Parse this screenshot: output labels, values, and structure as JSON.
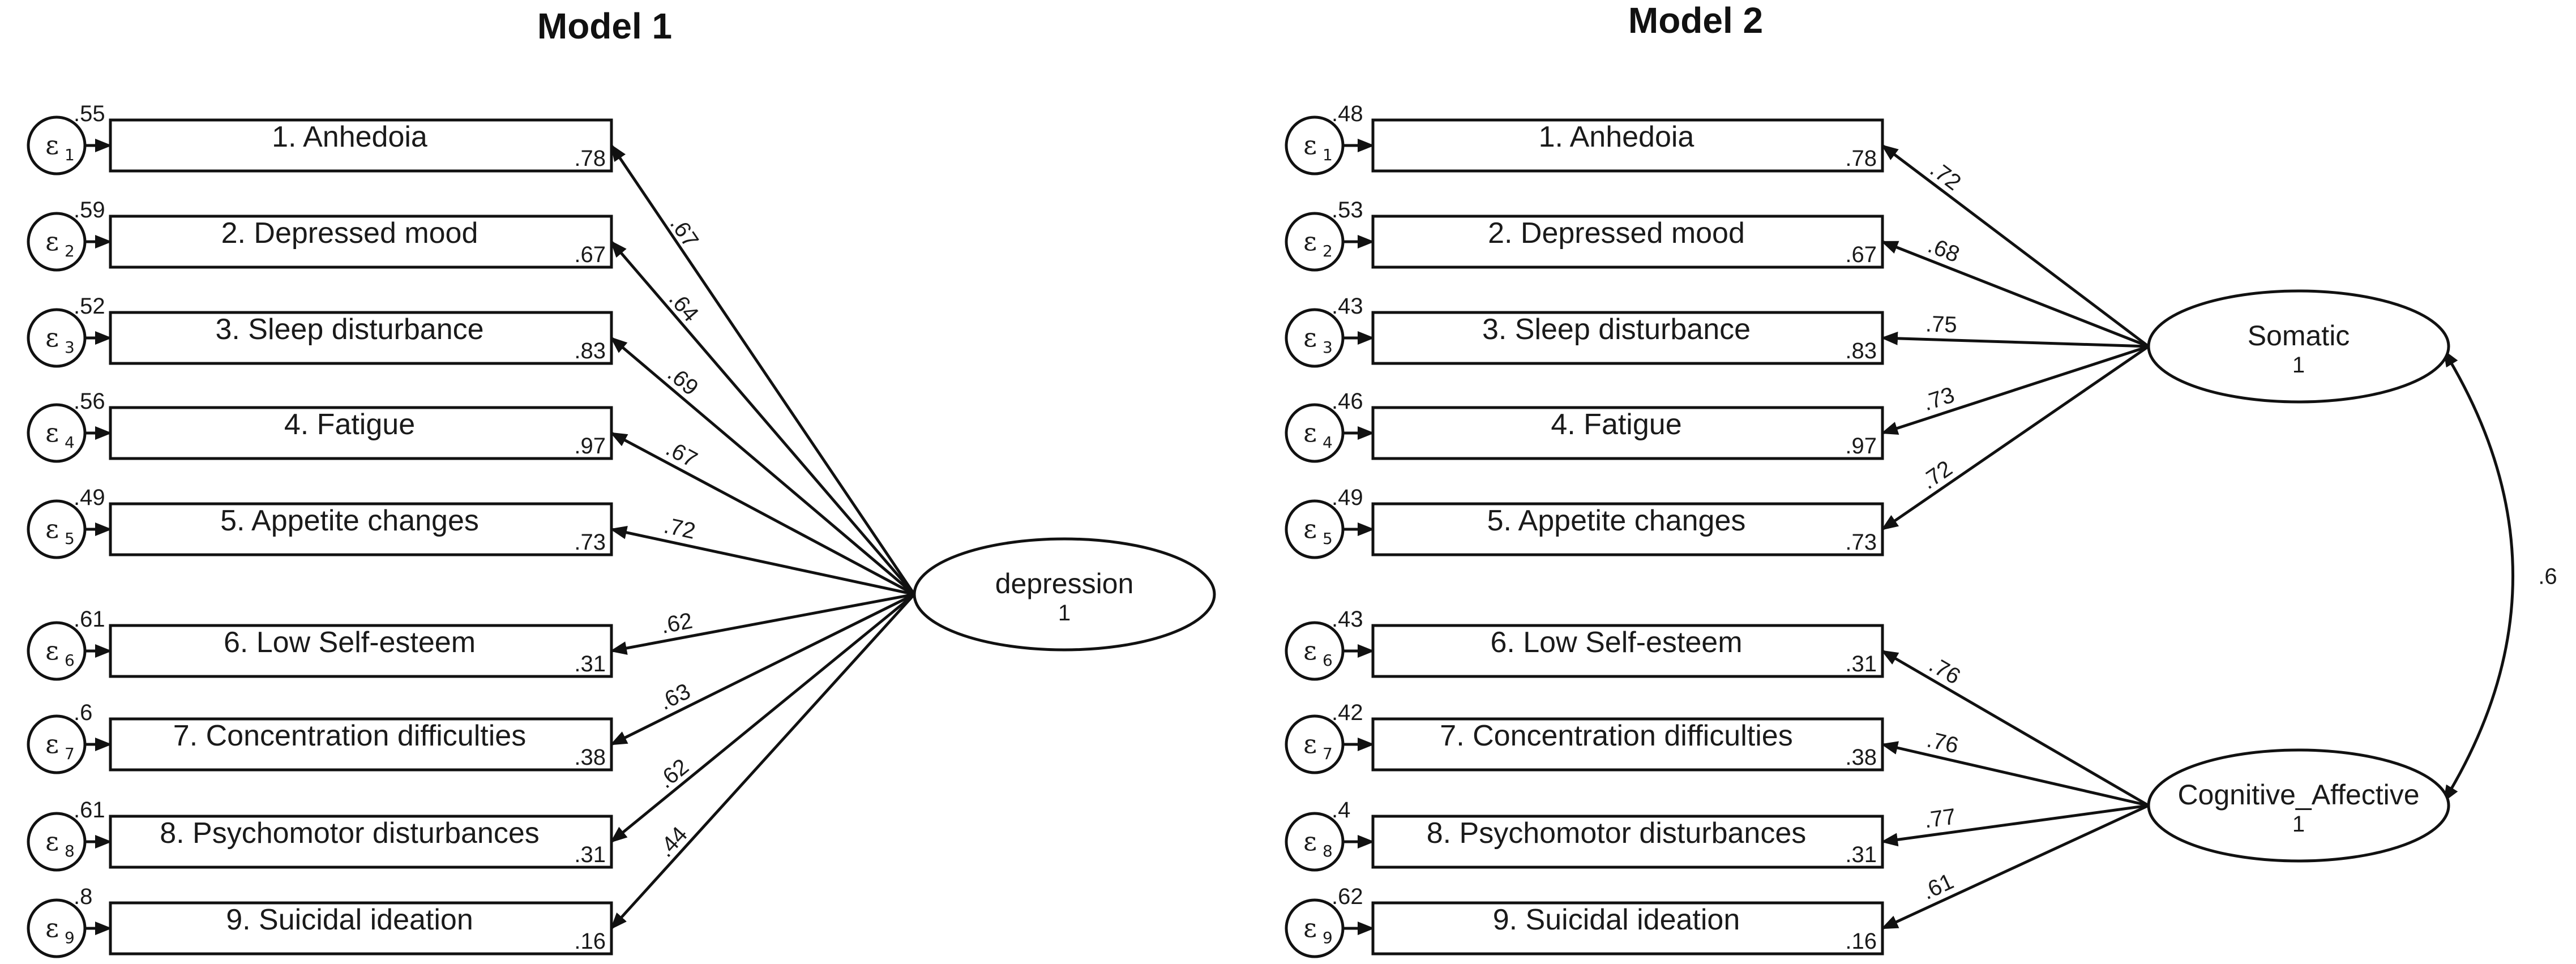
{
  "models": [
    {
      "title": "Model 1",
      "items": [
        {
          "label": "1. Anhedoia",
          "error_symbol": "ε",
          "error_index": "1",
          "error_var": ".55",
          "r2": ".78",
          "factor": 0,
          "loading": ".67"
        },
        {
          "label": "2. Depressed mood",
          "error_symbol": "ε",
          "error_index": "2",
          "error_var": ".59",
          "r2": ".67",
          "factor": 0,
          "loading": ".64"
        },
        {
          "label": "3. Sleep disturbance",
          "error_symbol": "ε",
          "error_index": "3",
          "error_var": ".52",
          "r2": ".83",
          "factor": 0,
          "loading": ".69"
        },
        {
          "label": "4. Fatigue",
          "error_symbol": "ε",
          "error_index": "4",
          "error_var": ".56",
          "r2": ".97",
          "factor": 0,
          "loading": ".67"
        },
        {
          "label": "5. Appetite changes",
          "error_symbol": "ε",
          "error_index": "5",
          "error_var": ".49",
          "r2": ".73",
          "factor": 0,
          "loading": ".72"
        },
        {
          "label": "6. Low Self-esteem",
          "error_symbol": "ε",
          "error_index": "6",
          "error_var": ".61",
          "r2": ".31",
          "factor": 0,
          "loading": ".62"
        },
        {
          "label": "7. Concentration difficulties",
          "error_symbol": "ε",
          "error_index": "7",
          "error_var": ".6",
          "r2": ".38",
          "factor": 0,
          "loading": ".63"
        },
        {
          "label": "8. Psychomotor disturbances",
          "error_symbol": "ε",
          "error_index": "8",
          "error_var": ".61",
          "r2": ".31",
          "factor": 0,
          "loading": ".62"
        },
        {
          "label": "9. Suicidal ideation",
          "error_symbol": "ε",
          "error_index": "9",
          "error_var": ".8",
          "r2": ".16",
          "factor": 0,
          "loading": ".44"
        }
      ],
      "factors": [
        {
          "name": "depression",
          "variance": "1"
        }
      ],
      "covariance": null
    },
    {
      "title": "Model 2",
      "items": [
        {
          "label": "1. Anhedoia",
          "error_symbol": "ε",
          "error_index": "1",
          "error_var": ".48",
          "r2": ".78",
          "factor": 0,
          "loading": ".72"
        },
        {
          "label": "2. Depressed mood",
          "error_symbol": "ε",
          "error_index": "2",
          "error_var": ".53",
          "r2": ".67",
          "factor": 0,
          "loading": ".68"
        },
        {
          "label": "3. Sleep disturbance",
          "error_symbol": "ε",
          "error_index": "3",
          "error_var": ".43",
          "r2": ".83",
          "factor": 0,
          "loading": ".75"
        },
        {
          "label": "4. Fatigue",
          "error_symbol": "ε",
          "error_index": "4",
          "error_var": ".46",
          "r2": ".97",
          "factor": 0,
          "loading": ".73"
        },
        {
          "label": "5. Appetite changes",
          "error_symbol": "ε",
          "error_index": "5",
          "error_var": ".49",
          "r2": ".73",
          "factor": 0,
          "loading": ".72"
        },
        {
          "label": "6. Low Self-esteem",
          "error_symbol": "ε",
          "error_index": "6",
          "error_var": ".43",
          "r2": ".31",
          "factor": 1,
          "loading": ".76"
        },
        {
          "label": "7. Concentration difficulties",
          "error_symbol": "ε",
          "error_index": "7",
          "error_var": ".42",
          "r2": ".38",
          "factor": 1,
          "loading": ".76"
        },
        {
          "label": "8. Psychomotor disturbances",
          "error_symbol": "ε",
          "error_index": "8",
          "error_var": ".4",
          "r2": ".31",
          "factor": 1,
          "loading": ".77"
        },
        {
          "label": "9. Suicidal ideation",
          "error_symbol": "ε",
          "error_index": "9",
          "error_var": ".62",
          "r2": ".16",
          "factor": 1,
          "loading": ".61"
        }
      ],
      "factors": [
        {
          "name": "Somatic",
          "variance": "1"
        },
        {
          "name": "Cognitive_Affective",
          "variance": "1"
        }
      ],
      "covariance": ".6"
    }
  ]
}
